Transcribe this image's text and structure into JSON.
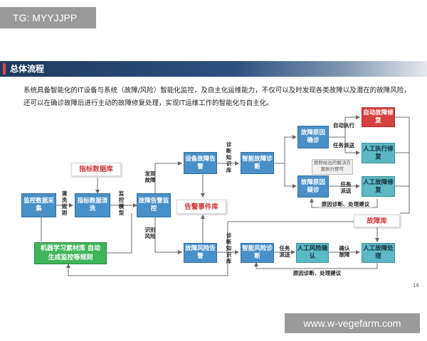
{
  "watermark_top": "TG: MYYJJPP",
  "watermark_bottom": "www.w-vegefarm.com",
  "section_title": "总体流程",
  "description": "系统具备智能化的IT设备与系统（故障/风险）智能化监控，及自主化运维能力，不仅可以及时发现各类故障以及潜在的故障风险，还可以在确诊故障后进行主动的故障修复处理，实现IT运维工作的智能化与自主化。",
  "page_number": "18",
  "nodes": {
    "monitor_collect": "监控数据采集",
    "metric_clean": "指标数据清洗",
    "fault_monitor": "故障告警监控",
    "device_alarm": "设备故障告警",
    "smart_diagnosis": "智能故障诊断",
    "confirm_cause": "故障原因确诊",
    "suspect_cause": "故障原因疑诊",
    "auto_fix": "自动故障修复",
    "manual_exec": "人工执行修复",
    "manual_fix": "人工故障修复",
    "risk_alarm": "故障风险告警",
    "risk_diagnosis": "智能风险诊断",
    "manual_risk_confirm": "人工风险确认",
    "manual_fault_handle": "人工故障处理",
    "ml_lib": "机器学习素材库 自动生成监控等规则",
    "metric_db": "指标数据库",
    "alarm_db": "告警事件库",
    "fault_db": "故障库"
  },
  "labels": {
    "clean_rule": "清洗规则",
    "monitor_model": "监控模型",
    "find_fault": "发现故障",
    "identify_risk": "识别风险",
    "diag_kb_1": "诊断知识库",
    "diag_kb_2": "诊断知识库",
    "auto_exec": "自动执行",
    "task_dispatch_1": "任务派送",
    "task_dispatch_2": "任务派送",
    "task_dispatch_3": "任务派送",
    "confirm_fault": "确认故障",
    "cause_advice_1": "原因诊断、处理建议",
    "cause_advice_2": "原因诊断、处理建议",
    "note": "按照给出的解决方案执行即可"
  }
}
